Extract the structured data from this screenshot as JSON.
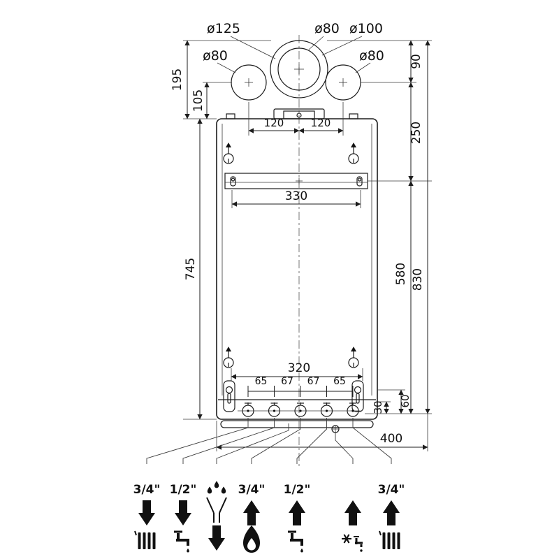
{
  "diagram_title": "boiler-installation-dimension-drawing",
  "flue_labels": {
    "d125": "ø125",
    "d80_top": "ø80",
    "d100": "ø100",
    "d80_left": "ø80",
    "d80_right": "ø80"
  },
  "dims": {
    "v195": "195",
    "v105": "105",
    "v745": "745",
    "v90": "90",
    "v250": "250",
    "v580": "580",
    "v830": "830",
    "v30": "30",
    "v60": "60",
    "h120_left": "120",
    "h120_right": "120",
    "h330": "330",
    "h320": "320",
    "s65_left": "65",
    "s67_left": "67",
    "s67_right": "67",
    "s65_right": "65",
    "h400": "400"
  },
  "connections": [
    {
      "size": "3/4\"",
      "direction": "down",
      "icon": "radiator"
    },
    {
      "size": "1/2\"",
      "direction": "down",
      "icon": "tap"
    },
    {
      "size": "",
      "direction": "down",
      "icon": "condensate-drops-funnel"
    },
    {
      "size": "3/4\"",
      "direction": "up",
      "icon": "flame"
    },
    {
      "size": "1/2\"",
      "direction": "up",
      "icon": "tap"
    },
    {
      "size": "",
      "direction": "up",
      "icon": "snowflake-tap"
    },
    {
      "size": "3/4\"",
      "direction": "up",
      "icon": "radiator"
    }
  ],
  "colors": {
    "line": "#1c1c1c",
    "text": "#111111",
    "background": "#ffffff"
  }
}
